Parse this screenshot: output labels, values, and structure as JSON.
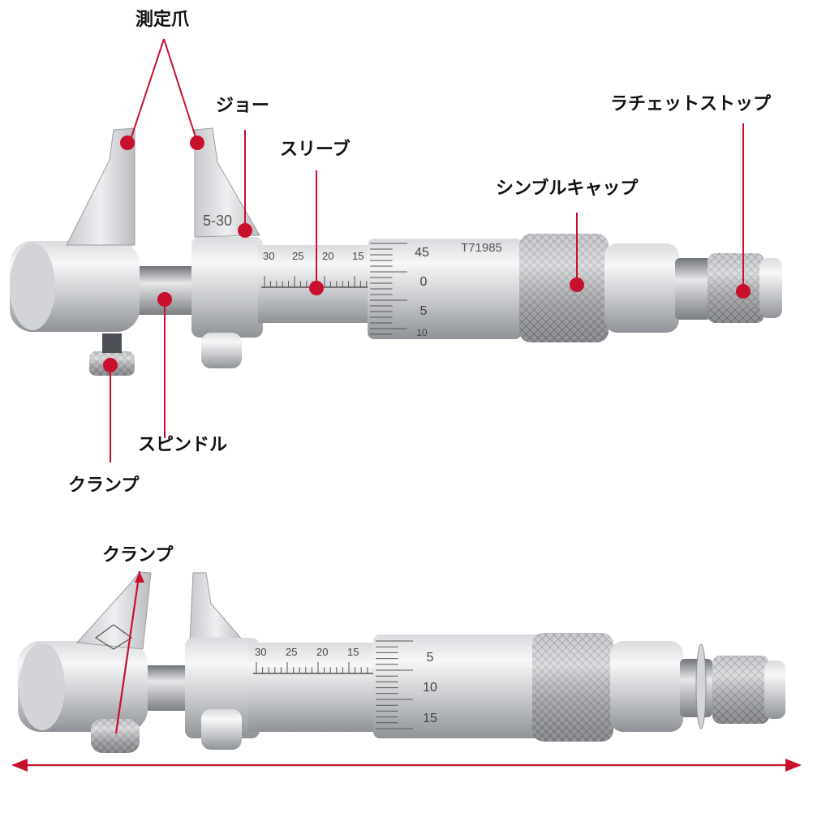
{
  "colors": {
    "accent": "#c8102e",
    "metal_light": "#e9eaec",
    "metal_mid": "#c4c6c9",
    "metal_dark": "#8d9094",
    "text": "#111111"
  },
  "top_diagram": {
    "labels": {
      "measuring_claws": "測定爪",
      "jaw": "ジョー",
      "sleeve": "スリーブ",
      "thimble_cap": "シンブルキャップ",
      "ratchet_stop": "ラチェットストップ",
      "spindle": "スピンドル",
      "clamp": "クランプ"
    },
    "range_marking": "5-30",
    "serial_marking": "T71985",
    "sleeve_scale": [
      "30",
      "25",
      "20",
      "15"
    ],
    "thimble_scale": [
      "45",
      "0",
      "5",
      "10"
    ]
  },
  "bottom_diagram": {
    "labels": {
      "clamp": "クランプ"
    },
    "sleeve_scale": [
      "30",
      "25",
      "20",
      "15"
    ],
    "thimble_scale": [
      "5",
      "10",
      "15"
    ]
  }
}
